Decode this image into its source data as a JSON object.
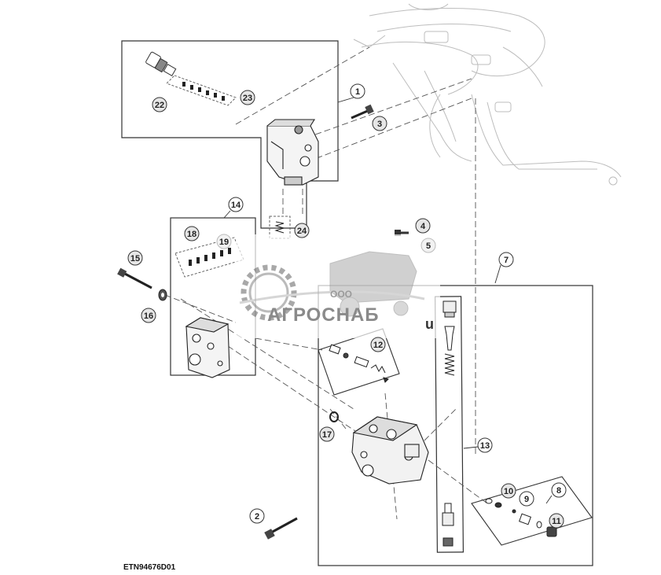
{
  "figure_code": "ETN94676D01",
  "callouts": [
    {
      "id": "c1",
      "text": "1"
    },
    {
      "id": "c2",
      "text": "2"
    },
    {
      "id": "c3",
      "text": "3"
    },
    {
      "id": "c4",
      "text": "4"
    },
    {
      "id": "c5",
      "text": "5"
    },
    {
      "id": "c7",
      "text": "7"
    },
    {
      "id": "c8",
      "text": "8"
    },
    {
      "id": "c9",
      "text": "9"
    },
    {
      "id": "c10",
      "text": "10"
    },
    {
      "id": "c11",
      "text": "11"
    },
    {
      "id": "c12",
      "text": "12"
    },
    {
      "id": "c13",
      "text": "13"
    },
    {
      "id": "c14",
      "text": "14"
    },
    {
      "id": "c15",
      "text": "15"
    },
    {
      "id": "c16",
      "text": "16"
    },
    {
      "id": "c17",
      "text": "17"
    },
    {
      "id": "c18",
      "text": "18"
    },
    {
      "id": "c19",
      "text": "19"
    },
    {
      "id": "c22",
      "text": "22"
    },
    {
      "id": "c23",
      "text": "23"
    },
    {
      "id": "c24",
      "text": "24"
    }
  ],
  "watermark": {
    "prefix": "ООО",
    "brand": "АГРОСНАБ",
    "suffix": "u"
  }
}
